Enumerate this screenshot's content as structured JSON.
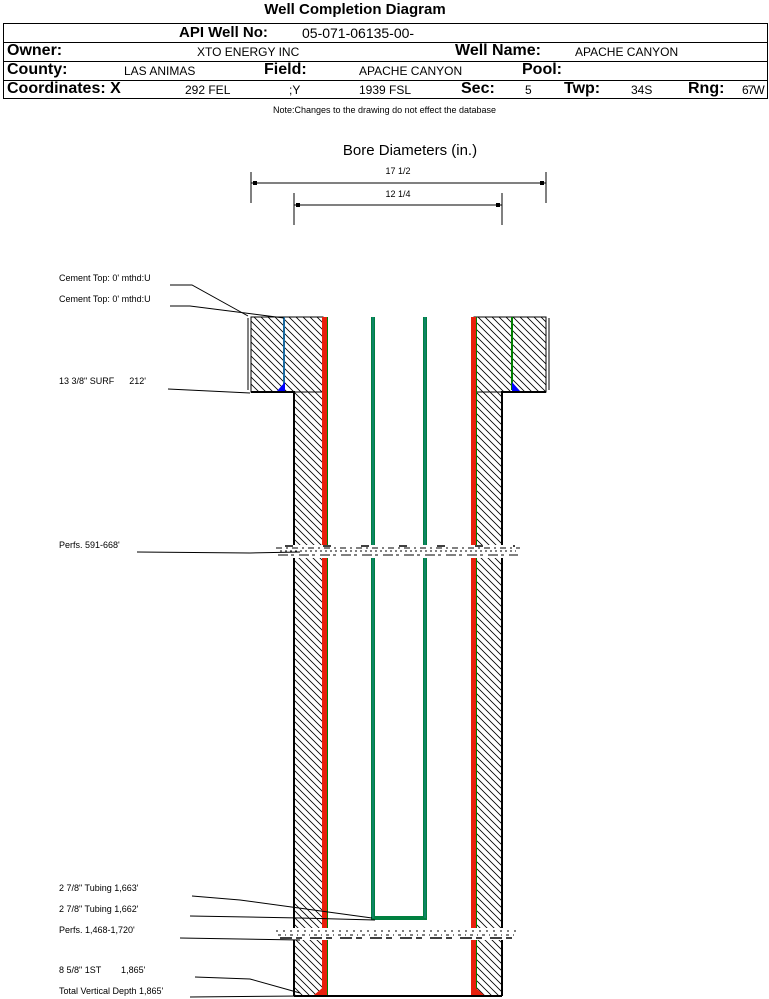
{
  "document": {
    "title": "Well Completion Diagram",
    "note": "Note:Changes to the drawing do not effect the database"
  },
  "header": {
    "api_label": "API Well No:",
    "api_value": "05-071-06135-00-",
    "owner_label": "Owner:",
    "owner_value": "XTO ENERGY INC",
    "well_name_label": "Well Name:",
    "well_name_value": "APACHE CANYON",
    "county_label": "County:",
    "county_value": "LAS ANIMAS",
    "field_label": "Field:",
    "field_value": "APACHE CANYON",
    "pool_label": "Pool:",
    "pool_value": "",
    "coords_label": "Coordinates: X",
    "coord_x_value": "292 FEL",
    "coord_y_label": ";Y",
    "coord_y_value": "1939 FSL",
    "sec_label": "Sec:",
    "sec_value": "5",
    "twp_label": "Twp:",
    "twp_value": "34S",
    "rng_label": "Rng:",
    "rng_value": "67W"
  },
  "diagram": {
    "bore_title": "Bore Diameters (in.)",
    "bore_diameters": [
      {
        "label": "17 1/2",
        "inches": 17.5
      },
      {
        "label": "12 1/4",
        "inches": 12.25
      }
    ],
    "callouts": [
      {
        "id": "cement-top-1",
        "text": "Cement Top: 0' mthd:U"
      },
      {
        "id": "cement-top-2",
        "text": "Cement Top: 0' mthd:U"
      },
      {
        "id": "surface-casing",
        "text": "13 3/8\" SURF      212'"
      },
      {
        "id": "perfs-upper",
        "text": "Perfs. 591-668'"
      },
      {
        "id": "tubing-1",
        "text": "2 7/8\" Tubing 1,663'"
      },
      {
        "id": "tubing-2",
        "text": "2 7/8\" Tubing 1,662'"
      },
      {
        "id": "perfs-lower",
        "text": "Perfs. 1,468-1,720'"
      },
      {
        "id": "production-casing",
        "text": "8 5/8\" 1ST        1,865'"
      },
      {
        "id": "tvd",
        "text": "Total Vertical Depth 1,865'"
      }
    ],
    "colors": {
      "casing": "#e8200c",
      "casing_edge": "#008000",
      "tubing": "#008040",
      "tubing_core": "#1a8a8a",
      "shoe": "#0000ff",
      "hatch": "#000000"
    }
  }
}
